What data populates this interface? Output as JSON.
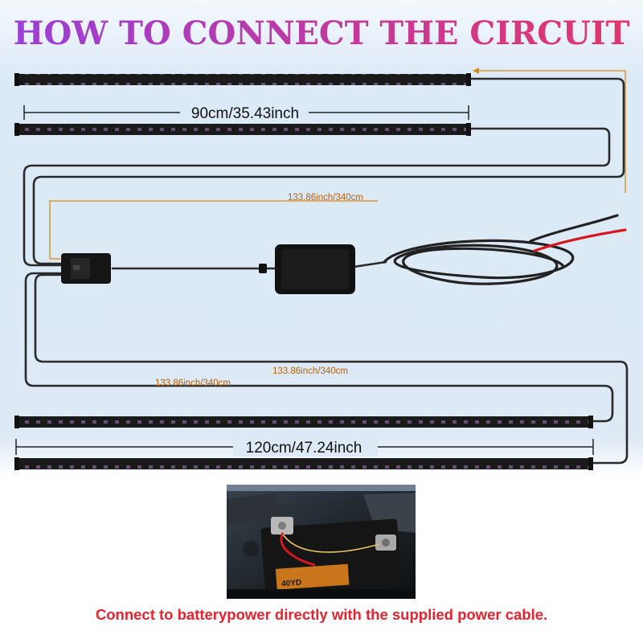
{
  "title": "HOW TO CONNECT THE CIRCUIT",
  "dimensions": {
    "short_strip": "90cm/35.43inch",
    "long_strip": "120cm/47.24inch",
    "cable_top": "133.86inch/340cm",
    "cable_bottom_left": "133.86inch/340cm",
    "cable_bottom_mid": "133.86inch/340cm"
  },
  "photo_labels": {
    "battery_model": "40YD"
  },
  "caption": "Connect to batterypower directly with the supplied power cable.",
  "colors": {
    "title_gradient": [
      "#9b3fd6",
      "#e3366b"
    ],
    "caption": "#e8222e",
    "dimension_orange": "#d98a1a",
    "background_top": "#dceaf7"
  },
  "icons": [
    "led-strip",
    "power-control-box",
    "connector-hub",
    "red-black-power-lead",
    "car-battery-photo"
  ]
}
